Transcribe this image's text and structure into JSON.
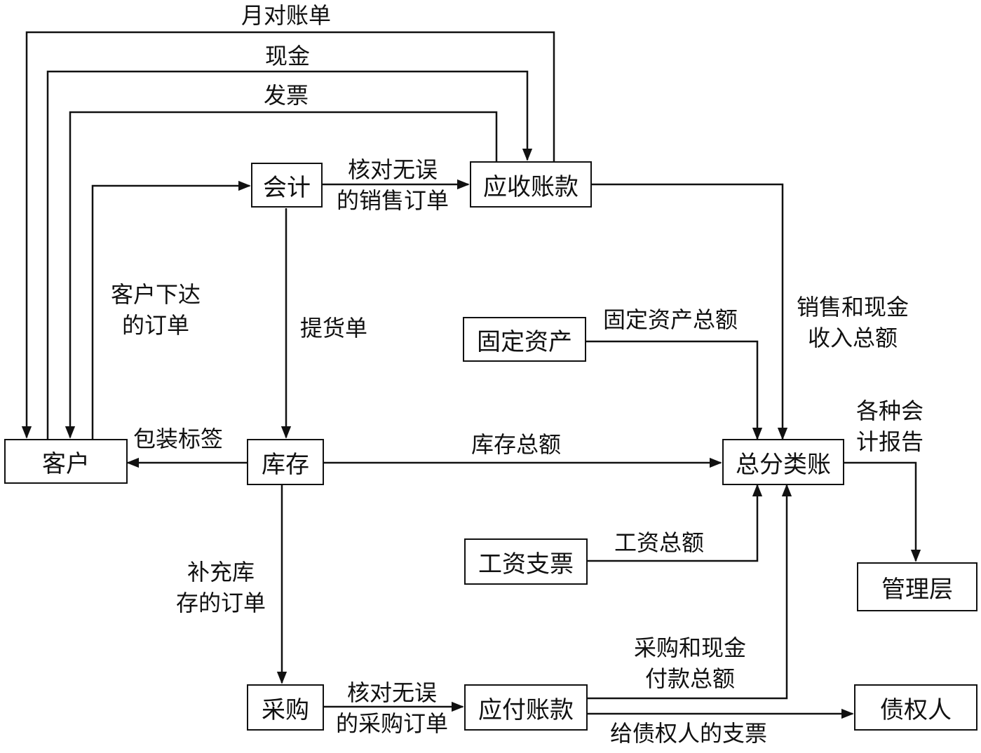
{
  "nodes": {
    "customer": "客户",
    "accounting": "会计",
    "receivable": "应收账款",
    "inventory": "库存",
    "fixed_assets": "固定资产",
    "general_ledger": "总分类账",
    "payroll": "工资支票",
    "management": "管理层",
    "purchasing": "采购",
    "payable": "应付账款",
    "creditor": "债权人"
  },
  "edges": {
    "monthly_statement": "月对账单",
    "cash": "现金",
    "invoice": "发票",
    "customer_order": [
      "客户下达",
      "的订单"
    ],
    "verified_sales_order": [
      "核对无误",
      "的销售订单"
    ],
    "delivery_note": "提货单",
    "packing_label": "包装标签",
    "inventory_total": "库存总额",
    "fixed_assets_total": "固定资产总额",
    "sales_cash_total": [
      "销售和现金",
      "收入总额"
    ],
    "reports": [
      "各种会",
      "计报告"
    ],
    "replenish_order": [
      "补充库",
      "存的订单"
    ],
    "payroll_total": "工资总额",
    "purchase_cash_total": [
      "采购和现金",
      "付款总额"
    ],
    "verified_purchase_order": [
      "核对无误",
      "的采购订单"
    ],
    "creditor_check": "给债权人的支票"
  }
}
